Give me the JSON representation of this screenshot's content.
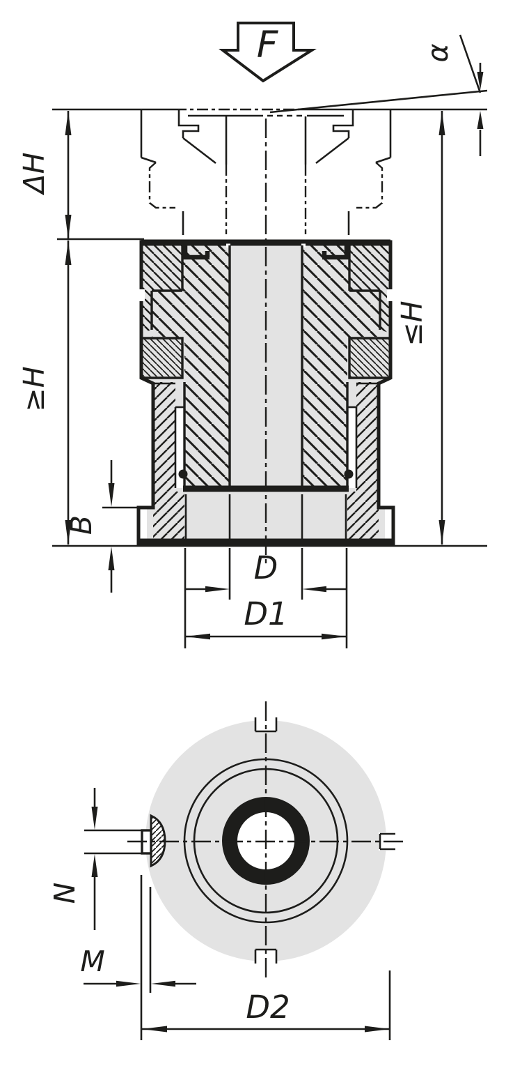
{
  "drawing": {
    "type": "technical-section-drawing",
    "views": {
      "front": "sectioned front view with clamped part",
      "bottom": "bottom view"
    },
    "labels": {
      "force": "F",
      "angle": "α",
      "delta_height": "ΔH",
      "min_height": "≥H",
      "max_height": "≤H",
      "base_height": "B",
      "bore_diameter": "D",
      "sleeve_diameter": "D1",
      "outer_diameter": "D2",
      "slot_width": "N",
      "slot_depth": "M"
    },
    "colors": {
      "ink": "#1d1d1b",
      "part_fill": "#e3e3e3",
      "paper": "#ffffff"
    }
  }
}
